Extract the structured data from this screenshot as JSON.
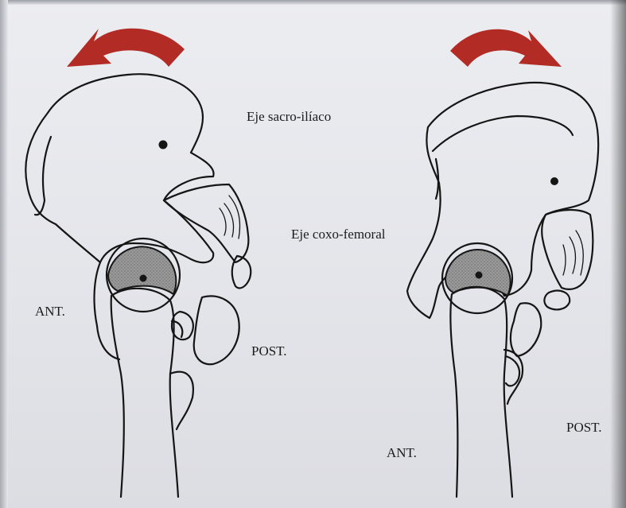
{
  "labels": {
    "sacroiliac_axis": "Eje sacro-ilíaco",
    "coxofemoral_axis": "Eje coxo-femoral",
    "left_anterior": "ANT.",
    "left_posterior": "POST.",
    "right_anterior": "ANT.",
    "right_posterior": "POST."
  },
  "colors": {
    "arrow": "#b22b25",
    "bone_outline": "#151515",
    "acetabulum_fill": "#8e8e8e",
    "paper": "#e8e9ee"
  }
}
